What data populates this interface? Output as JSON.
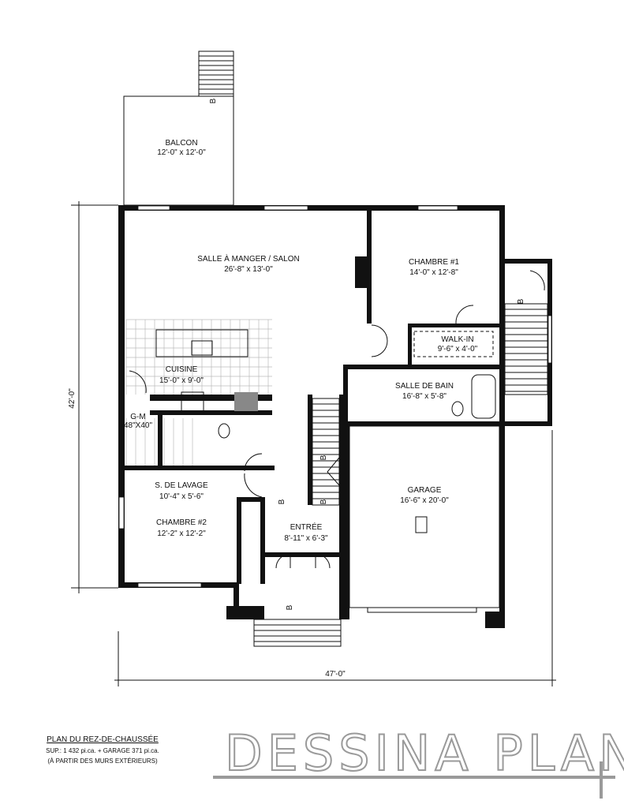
{
  "rooms": {
    "balcon": {
      "name": "BALCON",
      "size": "12'-0\" x 12'-0\""
    },
    "salon": {
      "name": "SALLE À MANGER / SALON",
      "size": "26'-8\" x 13'-0\""
    },
    "chambre1": {
      "name": "CHAMBRE #1",
      "size": "14'-0\" x 12'-8\""
    },
    "walkin": {
      "name": "WALK-IN",
      "size": "9'-6\" x 4'-0\""
    },
    "cuisine": {
      "name": "CUISINE",
      "size": "15'-0\" x 9'-0\""
    },
    "sdb": {
      "name": "SALLE DE BAIN",
      "size": "16'-8\" x 5'-8\""
    },
    "gm": {
      "name": "G-M",
      "size": "48\"X40\""
    },
    "lavage": {
      "name": "S. DE LAVAGE",
      "size": "10'-4\" x 5'-6\""
    },
    "chambre2": {
      "name": "CHAMBRE #2",
      "size": "12'-2\" x 12'-2\""
    },
    "entree": {
      "name": "ENTRÉE",
      "size": "8'-11\" x 6'-3\""
    },
    "garage": {
      "name": "GARAGE",
      "size": "16'-6\" x 20'-0\""
    }
  },
  "stair_marker": "B",
  "dimensions": {
    "depth": "42'-0\"",
    "width": "47'-0\""
  },
  "caption": {
    "title": "PLAN DU REZ-DE-CHAUSSÉE",
    "area": "SUP.: 1 432 pi.ca. + GARAGE 371 pi.ca.",
    "note": "(À PARTIR DES MURS EXTÉRIEURS)"
  },
  "logo": "DESSINA PLAN"
}
